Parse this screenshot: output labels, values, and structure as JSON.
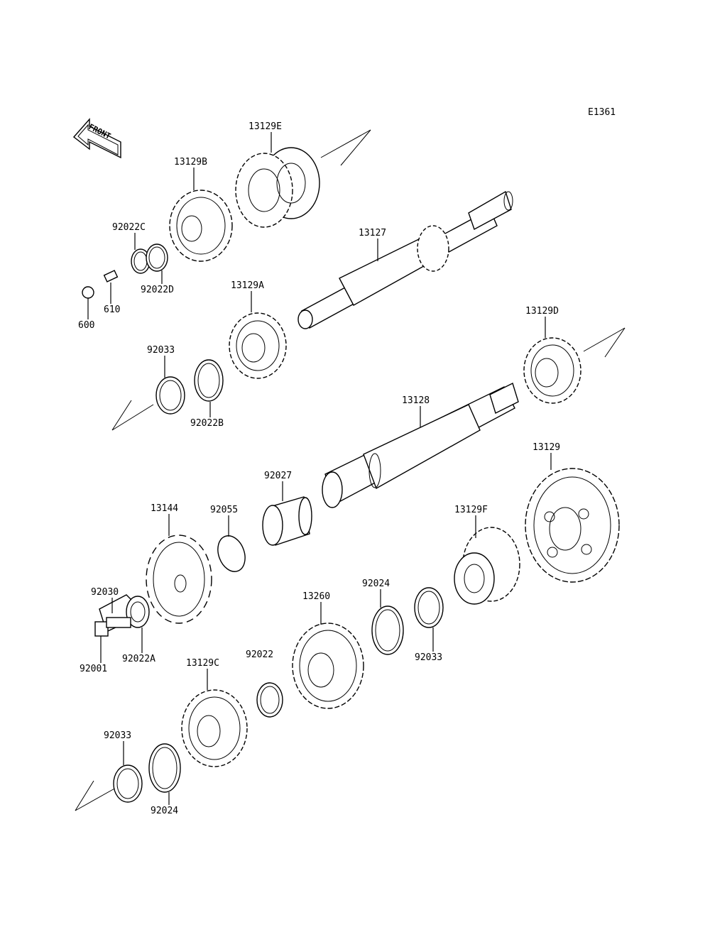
{
  "diagram_code": "E1361",
  "front_label": "FRONT",
  "labels": {
    "p13129E": "13129E",
    "p13129B": "13129B",
    "p92022C": "92022C",
    "p92022D": "92022D",
    "p610": "610",
    "p600": "600",
    "p13127": "13127",
    "p13129A": "13129A",
    "p92033_top": "92033",
    "p92022B": "92022B",
    "p13129D": "13129D",
    "p13128": "13128",
    "p92027": "92027",
    "p13129": "13129",
    "p13144": "13144",
    "p92055": "92055",
    "p92030": "92030",
    "p92001": "92001",
    "p92022A": "92022A",
    "p13129F": "13129F",
    "p92024_right": "92024",
    "p13260": "13260",
    "p92033_right": "92033",
    "p92022": "92022",
    "p13129C": "13129C",
    "p92033_bottom": "92033",
    "p92024_bottom": "92024"
  }
}
